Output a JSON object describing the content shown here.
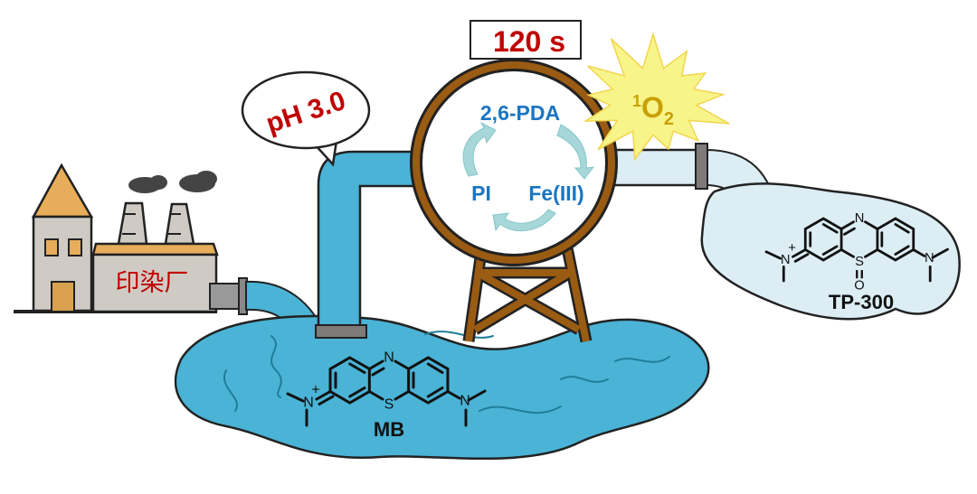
{
  "factory": {
    "label": "印染厂"
  },
  "bubble": {
    "label": "pH 3.0"
  },
  "timer": {
    "label": "120 s"
  },
  "reactor": {
    "cycle": [
      "2,6-PDA",
      "Fe(III)",
      "PI"
    ]
  },
  "singlet_oxygen": {
    "sup": "1",
    "main": "O",
    "sub": "2"
  },
  "mb": {
    "name": "MB",
    "atoms": {
      "n_top": "N",
      "s": "S",
      "n_left": "N",
      "n_left_charge": "+",
      "n_right": "N"
    }
  },
  "tp300": {
    "name": "TP-300",
    "atoms": {
      "n_top": "N",
      "s": "S",
      "o": "O",
      "n_left": "N",
      "n_left_charge": "+",
      "n_right": "N"
    }
  },
  "colors": {
    "water": "#4ab3d6",
    "treated_water": "#dcedf4",
    "ring": "#9a5b13",
    "red_text": "#c00000",
    "blue_text": "#1a75c2",
    "o2_text": "#c9a000",
    "star": "#f7f48a"
  }
}
